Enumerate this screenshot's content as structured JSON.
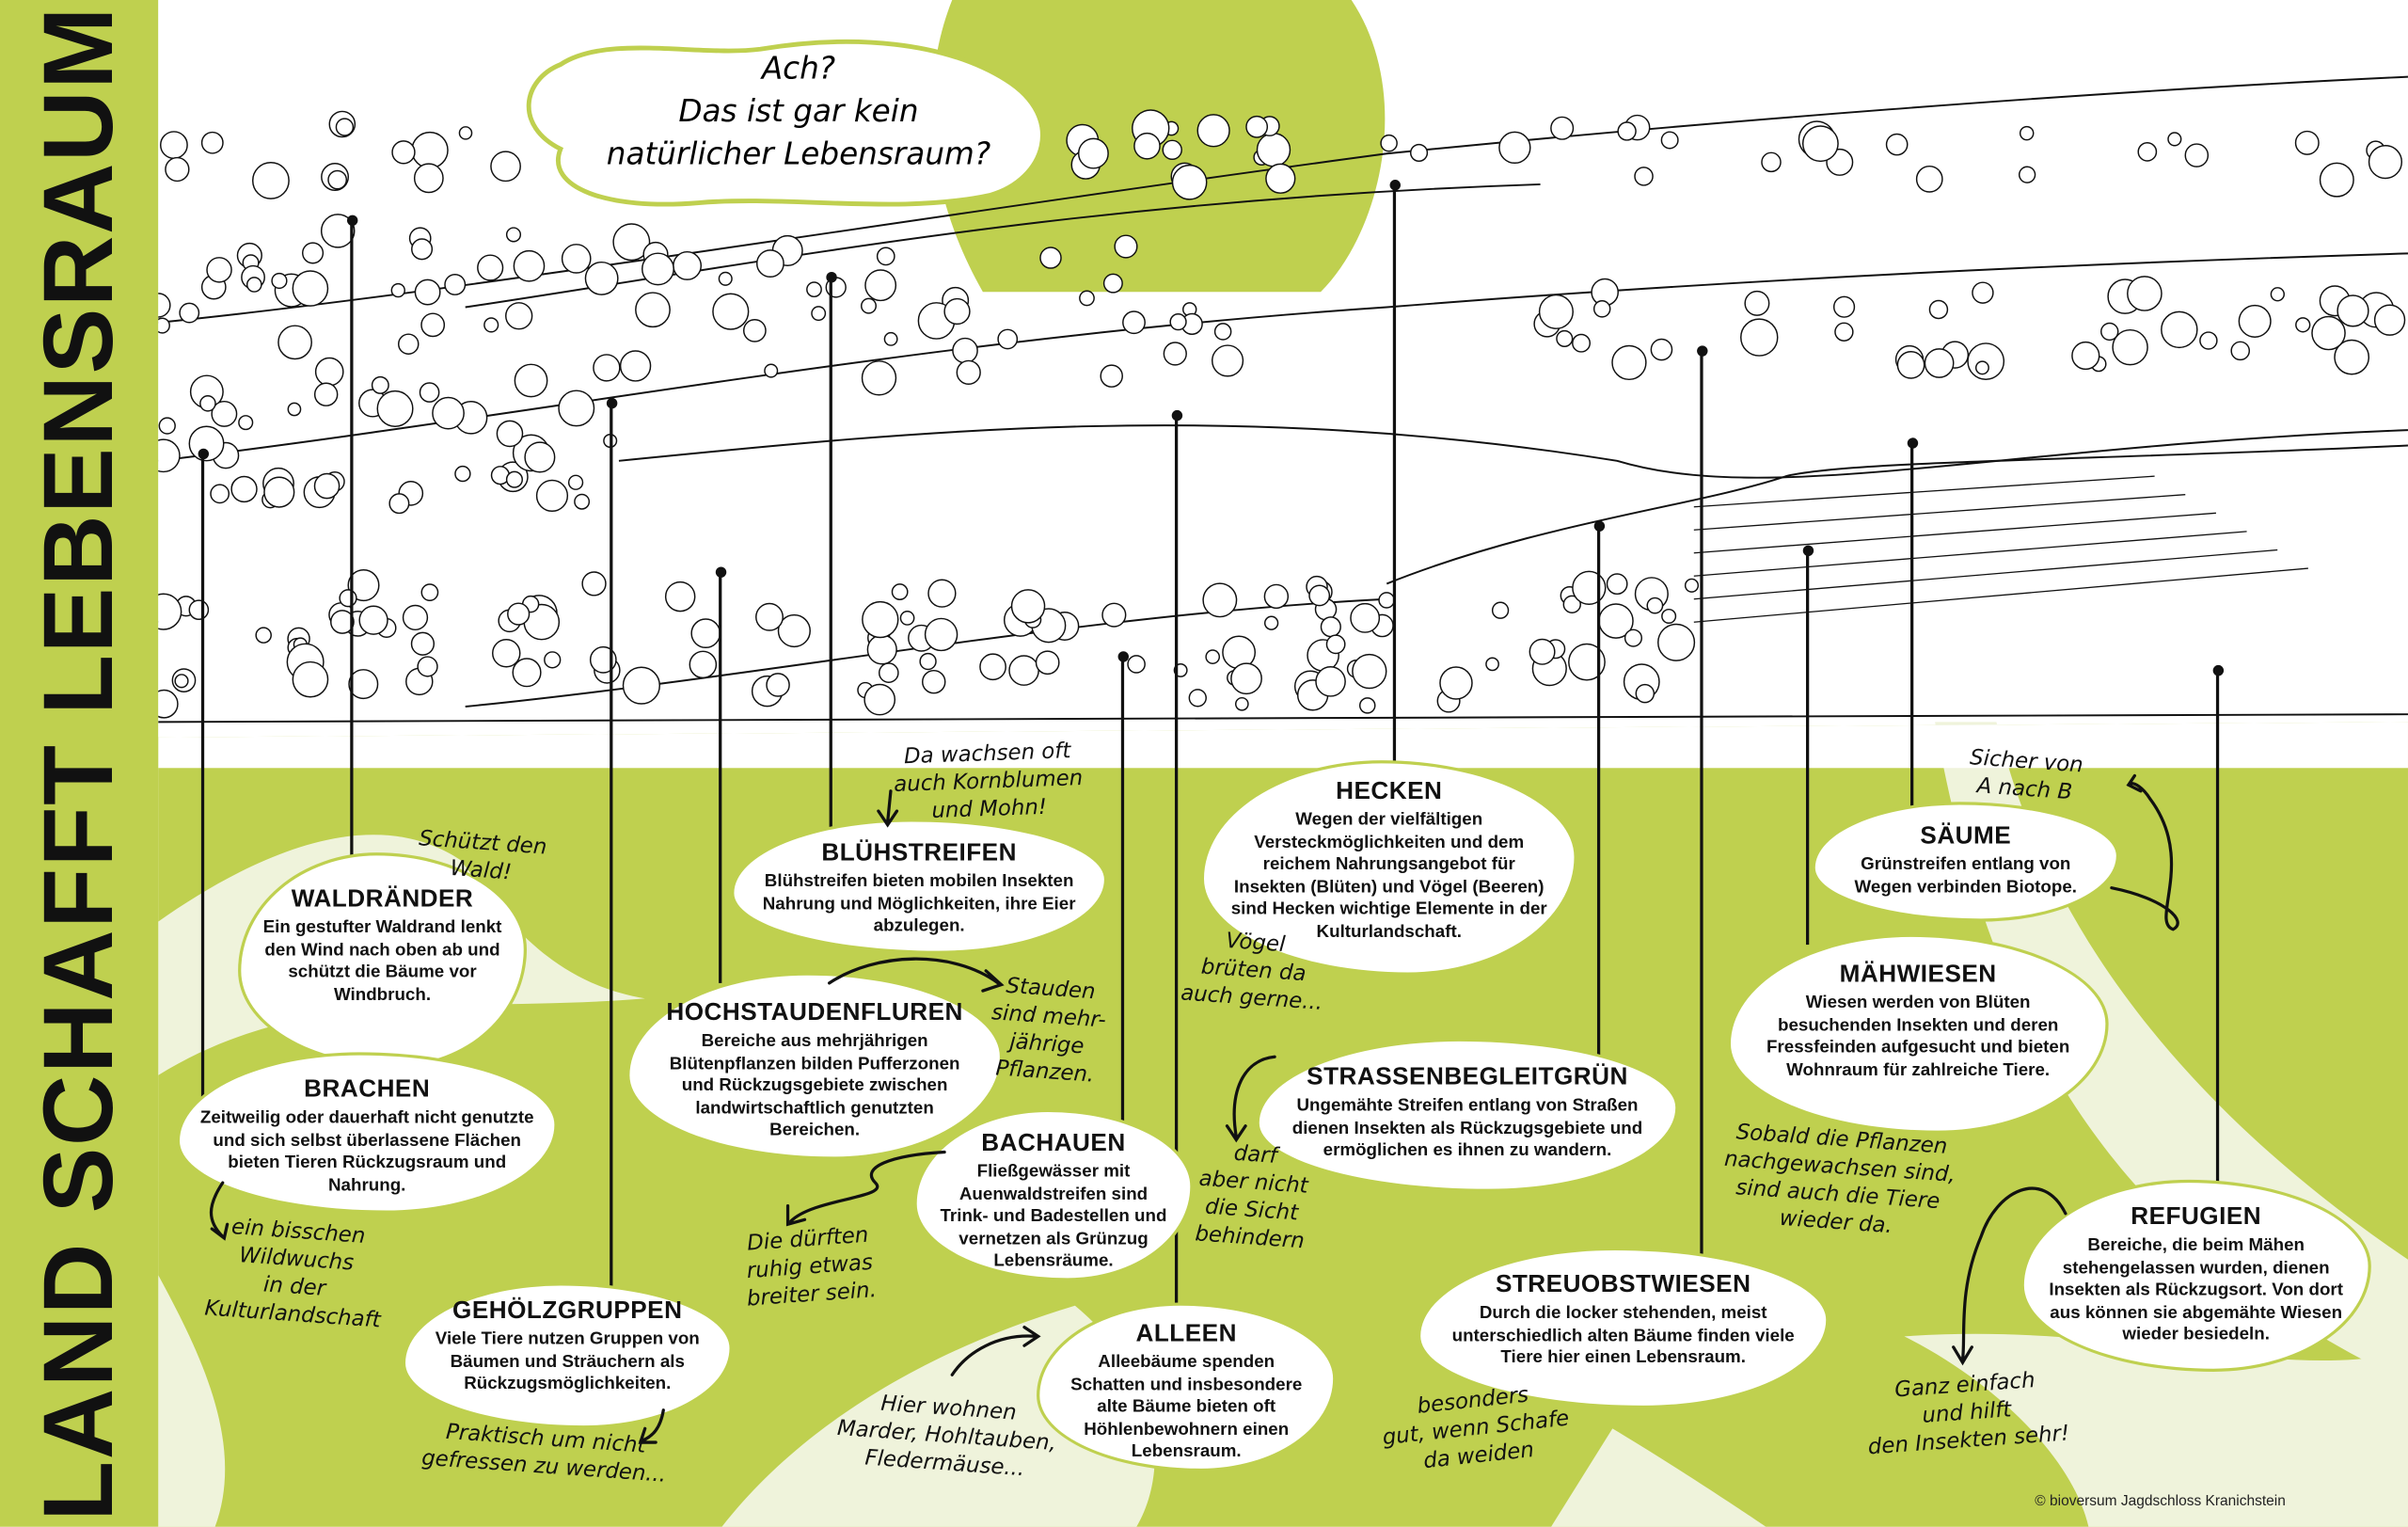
{
  "title": "LAND SCHAFFT LEBENSRAUM",
  "speech_bubble": "Ach?\nDas ist gar kein\nnatürlicher Lebensraum?",
  "colors": {
    "green": "#bfd04f",
    "pale": "#eff3db",
    "ink": "#111111"
  },
  "cards": [
    {
      "id": "waldraender",
      "title": "WALDRÄNDER",
      "text": "Ein gestufter Waldrand lenkt den Wind nach oben ab und schützt die Bäume vor Windbruch."
    },
    {
      "id": "brachen",
      "title": "BRACHEN",
      "text": "Zeitweilig oder dauerhaft nicht genutzte und sich selbst überlassene Flächen bieten Tieren Rückzugsraum und Nahrung."
    },
    {
      "id": "bluehstreifen",
      "title": "BLÜHSTREIFEN",
      "text": "Blühstreifen bieten mobilen Insekten Nahrung und Möglichkeiten, ihre Eier abzulegen."
    },
    {
      "id": "hochstaudenfluren",
      "title": "HOCHSTAUDENFLUREN",
      "text": "Bereiche aus mehrjährigen Blütenpflanzen bilden Pufferzonen und Rückzugsgebiete zwischen landwirtschaftlich genutzten Bereichen."
    },
    {
      "id": "gehoelzgruppen",
      "title": "GEHÖLZGRUPPEN",
      "text": "Viele Tiere nutzen Gruppen von Bäumen und Sträuchern als Rückzugsmöglichkeiten."
    },
    {
      "id": "bachauen",
      "title": "BACHAUEN",
      "text": "Fließgewässer mit Auenwaldstreifen sind Trink- und Badestellen und vernetzen als Grünzug Lebensräume."
    },
    {
      "id": "alleen",
      "title": "ALLEEN",
      "text": "Alleebäume spenden Schatten und insbesondere alte Bäume bieten oft Höhlenbewohnern einen Lebensraum."
    },
    {
      "id": "hecken",
      "title": "HECKEN",
      "text": "Wegen der vielfältigen Versteckmöglichkeiten und dem reichem Nahrungsangebot für Insekten (Blüten) und Vögel (Beeren) sind Hecken wichtige Elemente in der Kulturlandschaft."
    },
    {
      "id": "strassenbegleitgruen",
      "title": "STRASSENBEGLEITGRÜN",
      "text": "Ungemähte Streifen entlang von Straßen dienen Insekten als Rückzugsgebiete und ermöglichen es ihnen zu wandern."
    },
    {
      "id": "streuobstwiesen",
      "title": "STREUOBSTWIESEN",
      "text": "Durch die locker stehenden, meist unterschiedlich alten Bäume finden viele Tiere hier einen Lebensraum."
    },
    {
      "id": "saeume",
      "title": "SÄUME",
      "text": "Grünstreifen entlang von Wegen verbinden Biotope."
    },
    {
      "id": "maehwiesen",
      "title": "MÄHWIESEN",
      "text": "Wiesen werden von Blüten besuchenden Insekten und deren Fressfeinden aufgesucht und bieten Wohnraum für zahlreiche Tiere."
    },
    {
      "id": "refugien",
      "title": "REFUGIEN",
      "text": "Bereiche, die beim Mähen stehengelassen wurden, dienen Insekten als Rückzugsort. Von dort aus können sie abgemähte Wiesen wieder besiedeln."
    }
  ],
  "notes": [
    "Schützt den\nWald!",
    "Da wachsen oft\nauch Kornblumen\nund Mohn!",
    "Stauden\nsind mehr-\njährige\nPflanzen.",
    "ein bisschen\nWildwuchs\nin der\nKulturlandschaft",
    "Die dürften\nruhig etwas\nbreiter sein.",
    "Praktisch um nicht\ngefressen zu werden...",
    "Hier wohnen\nMarder, Hohltauben,\nFledermäuse...",
    "Vögel\nbrüten da\nauch gerne...",
    "darf\naber nicht\ndie Sicht\nbehindern",
    "besonders\ngut, wenn Schafe\nda weiden",
    "Sobald die Pflanzen\nnachgewachsen sind,\nsind auch die Tiere\nwieder da.",
    "Sicher von\nA nach B",
    "Ganz einfach\nund hilft\nden Insekten sehr!"
  ],
  "copyright": "© bioversum Jagdschloss Kranichstein"
}
